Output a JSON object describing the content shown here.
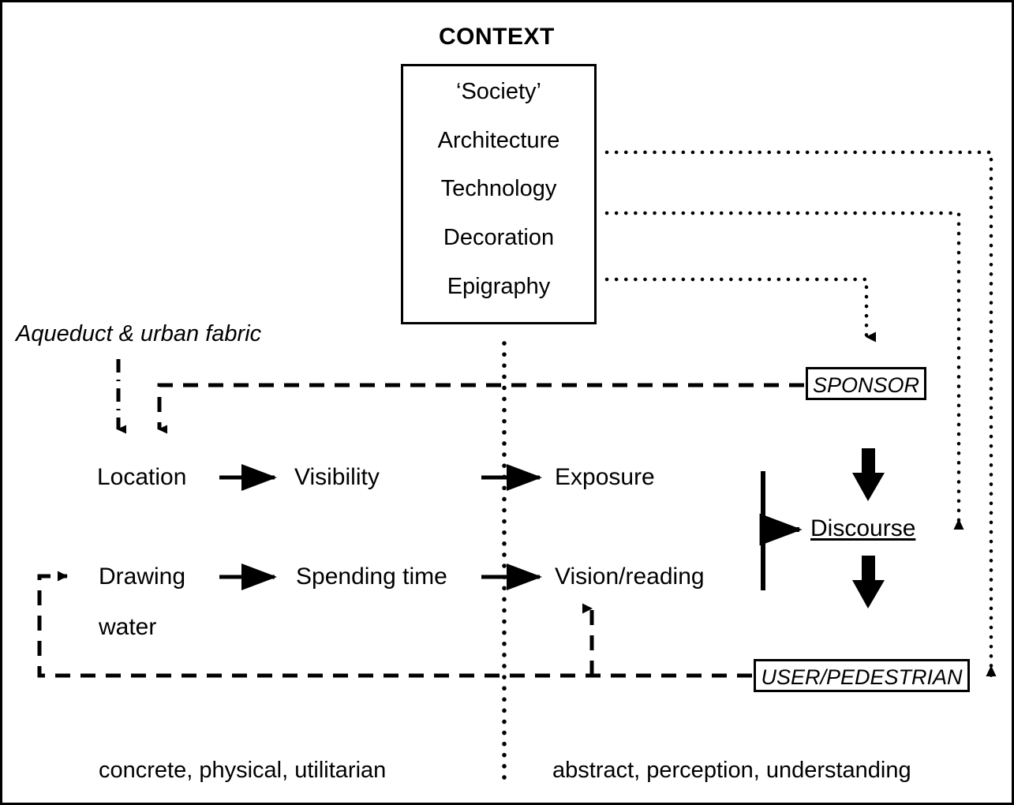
{
  "diagram": {
    "title": "CONTEXT",
    "context_box": {
      "items": [
        "‘Society’",
        "Architecture",
        "Technology",
        "Decoration",
        "Epigraphy"
      ]
    },
    "source_label": "Aqueduct & urban fabric",
    "flow_rows": [
      {
        "concrete_a": "Location",
        "concrete_b": "Visibility",
        "abstract": "Exposure"
      },
      {
        "concrete_a": "Drawing",
        "concrete_b": "Spending time",
        "abstract": "Vision/reading"
      }
    ],
    "water_label": "water",
    "actors": {
      "sponsor": "SPONSOR",
      "discourse": "Discourse",
      "user": "USER/PEDESTRIAN"
    },
    "axis_labels": {
      "left": "concrete, physical, utilitarian",
      "right": "abstract, perception, understanding"
    },
    "colors": {
      "ink": "#000000",
      "paper": "#ffffff"
    }
  }
}
